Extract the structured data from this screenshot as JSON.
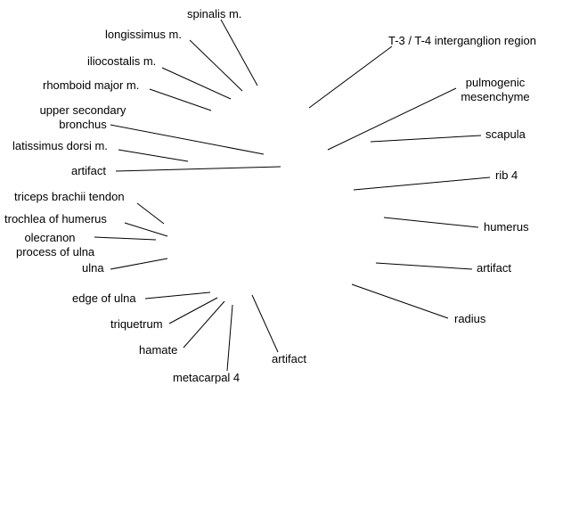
{
  "labels": {
    "spinalis": "spinalis m.",
    "longissimus": "longissimus m.",
    "iliocostalis": "iliocostalis m.",
    "rhomboid": "rhomboid major m.",
    "upper_bronchus_1": "upper secondary",
    "upper_bronchus_2": "bronchus",
    "latissimus": "latissimus dorsi m.",
    "artifact_left": "artifact",
    "triceps": "triceps brachii tendon",
    "trochlea": "trochlea of humerus",
    "olecranon_1": "olecranon",
    "olecranon_2": "process of ulna",
    "ulna": "ulna",
    "edge_ulna": "edge of ulna",
    "triquetrum": "triquetrum",
    "hamate": "hamate",
    "metacarpal": "metacarpal 4",
    "artifact_bottom": "artifact",
    "t3t4": "T-3 / T-4 interganglion region",
    "pulmogenic_1": "pulmogenic",
    "pulmogenic_2": "mesenchyme",
    "scapula": "scapula",
    "rib4": "rib 4",
    "humerus": "humerus",
    "artifact_right": "artifact",
    "radius": "radius"
  },
  "colors": {
    "text": "#000000",
    "line": "#000000",
    "background": "#ffffff"
  }
}
